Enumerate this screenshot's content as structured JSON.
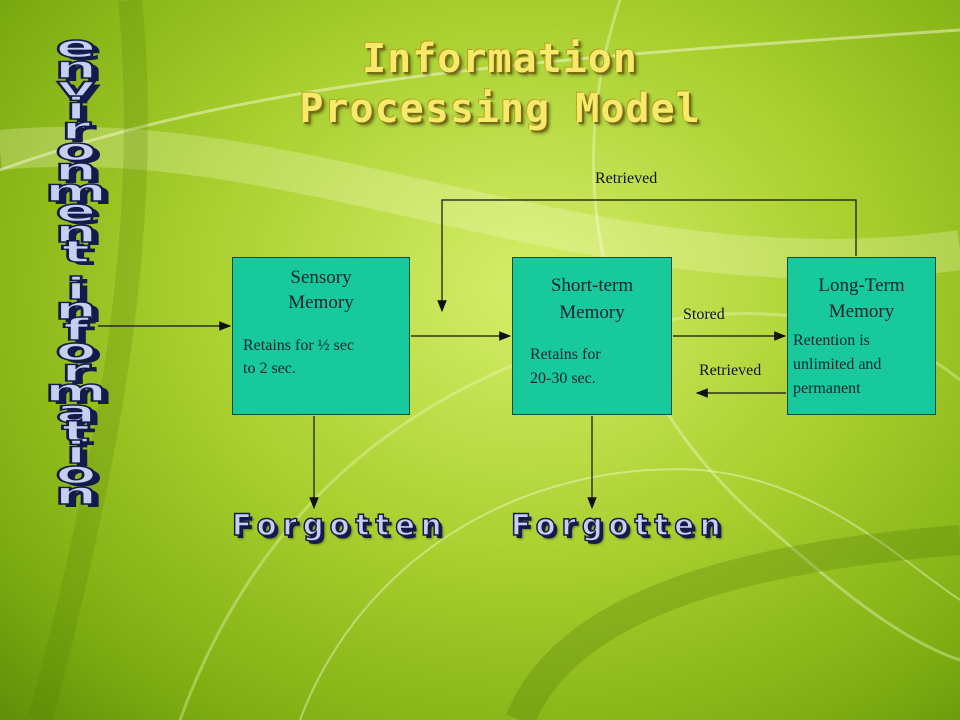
{
  "title": {
    "line1": "Information",
    "line2": "Processing Model"
  },
  "side_text": {
    "word1": "Environment",
    "word2": "Information"
  },
  "boxes": {
    "sensory": {
      "title_line1": "Sensory",
      "title_line2": "Memory",
      "note_line1": "Retains for ½ sec",
      "note_line2": "to 2 sec."
    },
    "short_term": {
      "title_line1": "Short-term",
      "title_line2": "Memory",
      "note_line1": "Retains for",
      "note_line2": "20-30 sec."
    },
    "long_term": {
      "title_line1": "Long-Term",
      "title_line2": "Memory",
      "note_line1": "Retention is",
      "note_line2": "unlimited and",
      "note_line3": "permanent"
    }
  },
  "labels": {
    "retrieved_top": "Retrieved",
    "stored": "Stored",
    "retrieved_bottom": "Retrieved"
  },
  "forgotten": {
    "left": "Forgotten",
    "right": "Forgotten"
  },
  "colors": {
    "box_fill": "#18c99c",
    "title": "#f6e96b",
    "outline_text": "#c6cef2",
    "background": "#a8cf2e"
  }
}
